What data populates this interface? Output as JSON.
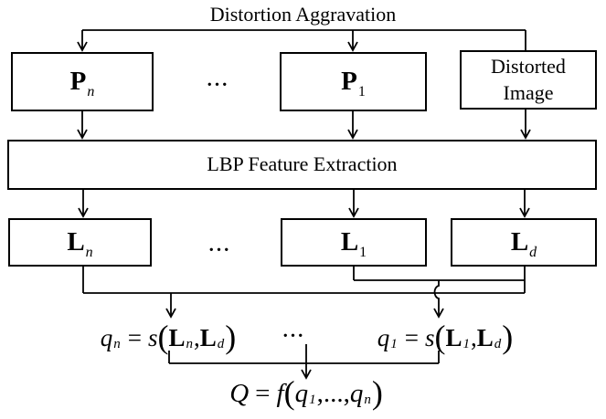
{
  "title": "Distortion Aggravation",
  "colors": {
    "line": "#000000",
    "background": "#ffffff",
    "text": "#000000"
  },
  "boxes": {
    "pn": {
      "main": "P",
      "sub": "n"
    },
    "p1": {
      "main": "P",
      "sub": "1"
    },
    "distorted_image": {
      "line1": "Distorted",
      "line2": "Image"
    },
    "lbp": {
      "label": "LBP Feature Extraction"
    },
    "ln": {
      "main": "L",
      "sub": "n"
    },
    "l1": {
      "main": "L",
      "sub": "1"
    },
    "ld": {
      "main": "L",
      "sub": "d"
    }
  },
  "ellipses": {
    "row_p": "...",
    "row_l": "...",
    "formula_row": "..."
  },
  "formulas": {
    "qn": {
      "lhs": "q",
      "lhs_sub": "n",
      "eq": "=",
      "fn": "s",
      "open": "(",
      "arg1": "L",
      "arg1_sub": "n",
      "comma": ",",
      "arg2": "L",
      "arg2_sub": "d",
      "close": ")"
    },
    "q1": {
      "lhs": "q",
      "lhs_sub": "1",
      "eq": "=",
      "fn": "s",
      "open": "(",
      "arg1": "L",
      "arg1_sub": "1",
      "comma": ",",
      "arg2": "L",
      "arg2_sub": "d",
      "close": ")"
    },
    "q_final": {
      "lhs": "Q",
      "eq": "=",
      "fn": "f",
      "open": "(",
      "arg1": "q",
      "arg1_sub": "1",
      "mid": ",...,",
      "arg2": "q",
      "arg2_sub": "n",
      "close": ")"
    }
  }
}
